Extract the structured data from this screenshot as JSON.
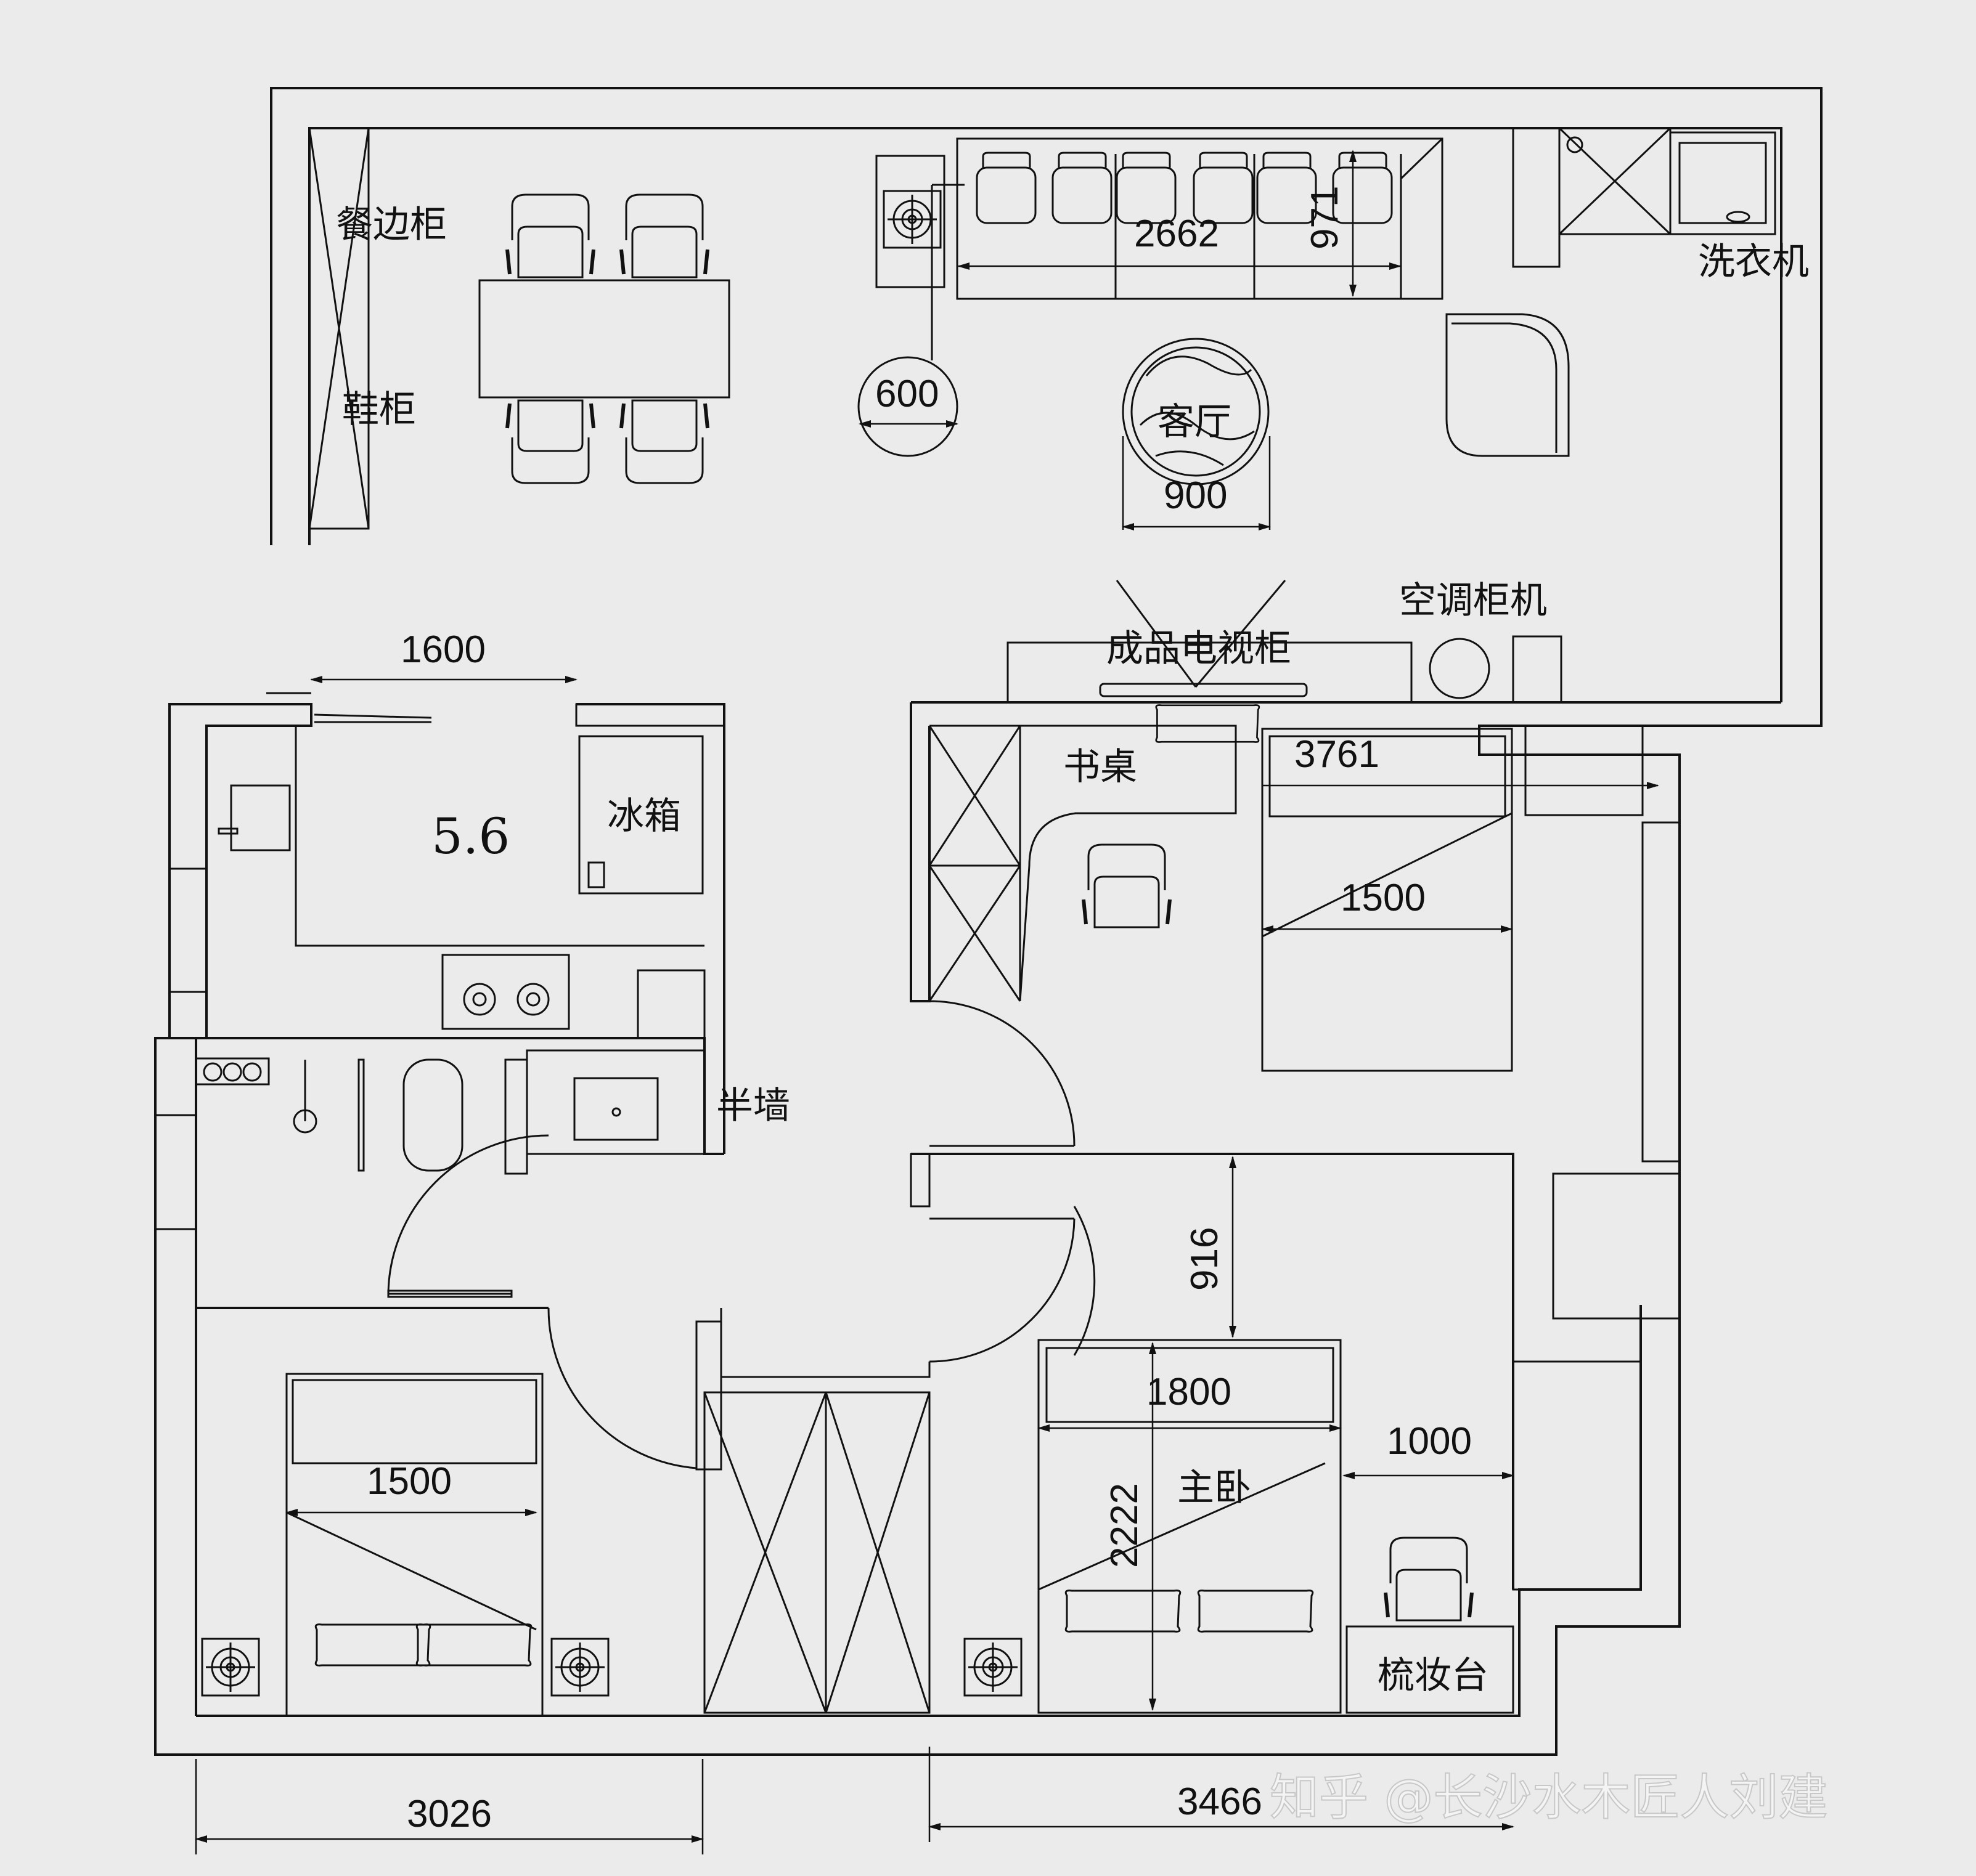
{
  "labels": {
    "dining_sideboard": "餐边柜",
    "shoe_cabinet": "鞋柜",
    "washing_machine": "洗衣机",
    "living_room": "客厅",
    "tv_cabinet": "成品电视柜",
    "ac_unit": "空调柜机",
    "desk": "书桌",
    "fridge": "冰箱",
    "kitchen_area": "5.6",
    "half_wall": "半墙",
    "master_bedroom": "主卧",
    "vanity": "梳妆台"
  },
  "dimensions": {
    "sofa_width": "2662",
    "sofa_depth": "971",
    "side_table": "600",
    "coffee_table": "900",
    "kitchen_width": "1600",
    "bedroom2_width": "3761",
    "bed2": "1500",
    "bed3": "1500",
    "master_clear": "916",
    "master_bed_width": "1800",
    "master_bed_length": "2222",
    "master_side": "1000",
    "bottom_left": "3026",
    "bottom_right": "3466"
  },
  "watermark": "知乎 @长沙水木匠人刘建"
}
